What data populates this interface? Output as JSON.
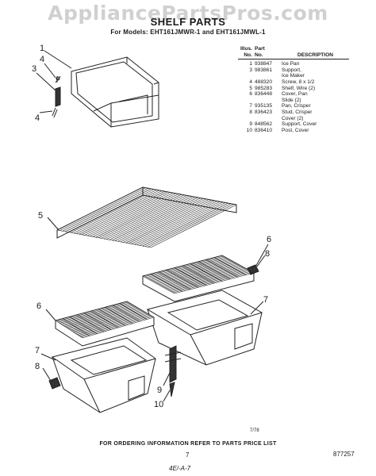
{
  "watermark": "AppliancePartsPros.com",
  "title": "SHELF PARTS",
  "subtitle": "For Models: EHT161JMWR-1 and EHT161JMWL-1",
  "table": {
    "headers": {
      "illus": "Illus.\nNo.",
      "part": "Part\nNo.",
      "description": "DESCRIPTION"
    },
    "rows": [
      {
        "illus": "1",
        "part": "938847",
        "description": "Ice Pan"
      },
      {
        "illus": "3",
        "part": "983861",
        "description": "Support,"
      },
      {
        "illus": "",
        "part": "",
        "description": "Ice Maker"
      },
      {
        "illus": "4",
        "part": "488320",
        "description": "Screw, 8 x 1/2"
      },
      {
        "illus": "5",
        "part": "985283",
        "description": "Shelf, Wire (2)"
      },
      {
        "illus": "6",
        "part": "836448",
        "description": "Cover, Pan"
      },
      {
        "illus": "",
        "part": "",
        "description": "Slide (2)"
      },
      {
        "illus": "7",
        "part": "935135",
        "description": "Pan, Crisper"
      },
      {
        "illus": "8",
        "part": "836423",
        "description": "Stud, Crisper"
      },
      {
        "illus": "",
        "part": "",
        "description": "Cover (2)"
      },
      {
        "illus": "9",
        "part": "848562",
        "description": "Support, Cover"
      },
      {
        "illus": "10",
        "part": "836410",
        "description": "Post, Cover"
      }
    ]
  },
  "callouts": {
    "c1": "1",
    "c4a": "4",
    "c3": "3",
    "c4b": "4",
    "c5": "5",
    "c6a": "6",
    "c8a": "8",
    "c6b": "6",
    "c7a": "7",
    "c7b": "7",
    "c8b": "8",
    "c9": "9",
    "c10": "10"
  },
  "date_code": "7/78",
  "footer": "FOR ORDERING INFORMATION REFER TO PARTS PRICE LIST",
  "page_number": "7",
  "part_number": "877257",
  "handwritten_note": "4E/-A-7"
}
